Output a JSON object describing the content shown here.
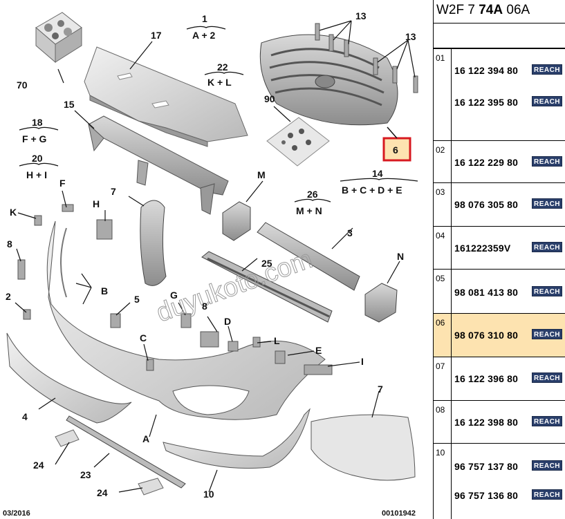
{
  "header": {
    "prefix": "W2F 7 ",
    "bold": "74A",
    "suffix": " 06A"
  },
  "parts": [
    {
      "idx": "01",
      "numbers": [
        "16 122 394 80",
        "16 122 395 80"
      ],
      "badge": "REACH",
      "selected": false
    },
    {
      "idx": "02",
      "numbers": [
        "16 122 229 80"
      ],
      "badge": "REACH",
      "selected": false
    },
    {
      "idx": "03",
      "numbers": [
        "98 076 305 80"
      ],
      "badge": "REACH",
      "selected": false
    },
    {
      "idx": "04",
      "numbers": [
        "161222359V"
      ],
      "badge": "REACH",
      "selected": false
    },
    {
      "idx": "05",
      "numbers": [
        "98 081 413 80"
      ],
      "badge": "REACH",
      "selected": false
    },
    {
      "idx": "06",
      "numbers": [
        "98 076 310 80"
      ],
      "badge": "REACH",
      "selected": true
    },
    {
      "idx": "07",
      "numbers": [
        "16 122 396 80"
      ],
      "badge": "REACH",
      "selected": false
    },
    {
      "idx": "08",
      "numbers": [
        "16 122 398 80"
      ],
      "badge": "REACH",
      "selected": false
    },
    {
      "idx": "10",
      "numbers": [
        "96 757 137 80",
        "96 757 136 80"
      ],
      "badge": "REACH",
      "selected": false
    }
  ],
  "diagram": {
    "labels": {
      "n1": "1",
      "n1sub": "A + 2",
      "n13a": "13",
      "n13b": "13",
      "n17": "17",
      "n22": "22",
      "n22sub": "K + L",
      "n70": "70",
      "n15": "15",
      "n18": "18",
      "n18sub": "F + G",
      "n20": "20",
      "n20sub": "H + I",
      "n90": "90",
      "n6": "6",
      "n14": "14",
      "n14sub": "B + C + D + E",
      "n26": "26",
      "n26sub": "M + N",
      "nM": "M",
      "nF": "F",
      "nK": "K",
      "nH": "H",
      "n7a": "7",
      "n8a": "8",
      "nB": "B",
      "n2": "2",
      "n5": "5",
      "nG": "G",
      "n8b": "8",
      "nD": "D",
      "nL": "L",
      "nE": "E",
      "nI": "I",
      "n3": "3",
      "n25": "25",
      "nN": "N",
      "nC": "C",
      "n4": "4",
      "nA": "A",
      "n7b": "7",
      "n24a": "24",
      "n23": "23",
      "n24b": "24",
      "n10": "10"
    },
    "watermark": "duyukoto.com",
    "footer_left": "03/2016",
    "footer_right": "00101942",
    "highlight_color": "#d71920",
    "highlight_fill": "#fde3b0"
  }
}
